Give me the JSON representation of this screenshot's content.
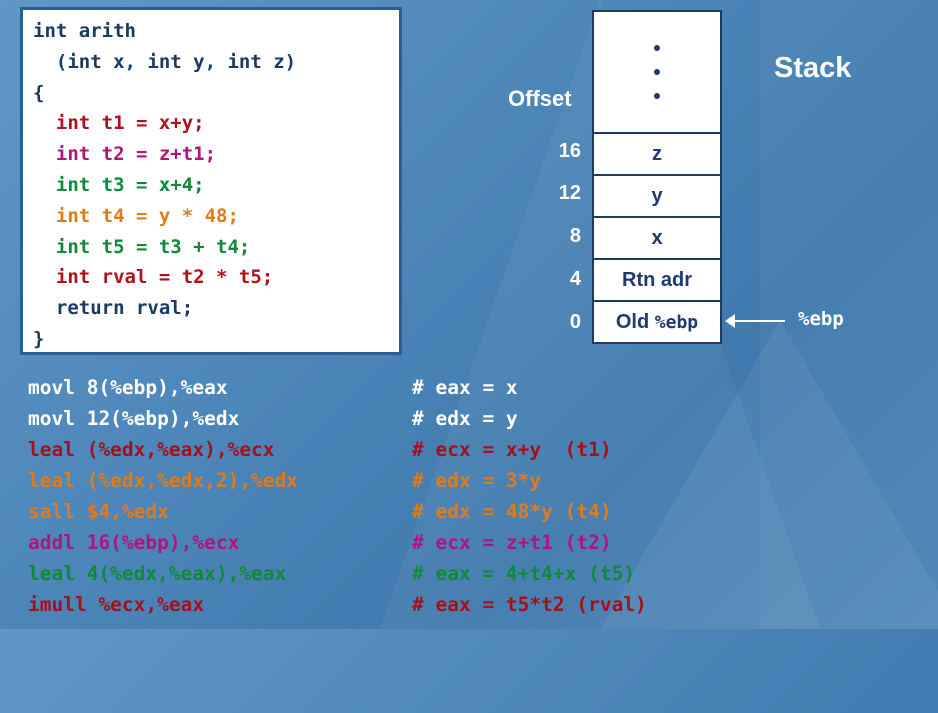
{
  "code": {
    "lines": [
      {
        "text": "int arith",
        "color": "#1a3a66"
      },
      {
        "text": "  (int x, int y, int z)",
        "color": "#1a3a66"
      },
      {
        "text": "{",
        "color": "#1a3a66"
      },
      {
        "text": "  int t1 = x+y;",
        "color": "#b0121b"
      },
      {
        "text": "  int t2 = z+t1;",
        "color": "#b0147e"
      },
      {
        "text": "  int t3 = x+4;",
        "color": "#0f8a3a"
      },
      {
        "text": "  int t4 = y * 48;",
        "color": "#e07b1a"
      },
      {
        "text": "  int t5 = t3 + t4;",
        "color": "#0f8a3a"
      },
      {
        "text": "  int rval = t2 * t5;",
        "color": "#b0121b"
      },
      {
        "text": "  return rval;",
        "color": "#1a3a66"
      },
      {
        "text": "}",
        "color": "#1a3a66"
      }
    ]
  },
  "stack": {
    "title": "Stack",
    "offset_label": "Offset",
    "cells": [
      {
        "offset": "16",
        "content": "z"
      },
      {
        "offset": "12",
        "content": "y"
      },
      {
        "offset": "8",
        "content": "x"
      },
      {
        "offset": "4",
        "content": "Rtn adr"
      },
      {
        "offset": "0",
        "content_prefix": "Old ",
        "content_mono": "%ebp"
      }
    ],
    "pointer_label": "%ebp"
  },
  "assembly": [
    {
      "instr": "movl 8(%ebp),%eax",
      "comment": "# eax = x",
      "color": "#ffffff"
    },
    {
      "instr": "movl 12(%ebp),%edx",
      "comment": "# edx = y",
      "color": "#ffffff"
    },
    {
      "instr": "leal (%edx,%eax),%ecx",
      "comment": "# ecx = x+y  (t1)",
      "color": "#a3121a"
    },
    {
      "instr": "leal (%edx,%edx,2),%edx",
      "comment": "# edx = 3*y",
      "color": "#e07b1a"
    },
    {
      "instr": "sall $4,%edx",
      "comment": "# edx = 48*y (t4)",
      "color": "#e07b1a"
    },
    {
      "instr": "addl 16(%ebp),%ecx",
      "comment": "# ecx = z+t1 (t2)",
      "color": "#b0147e"
    },
    {
      "instr": "leal 4(%edx,%eax),%eax",
      "comment": "# eax = 4+t4+x (t5)",
      "color": "#0f8a3a"
    },
    {
      "instr": "imull %ecx,%eax",
      "comment": "# eax = t5*t2 (rval)",
      "color": "#a3121a"
    }
  ]
}
